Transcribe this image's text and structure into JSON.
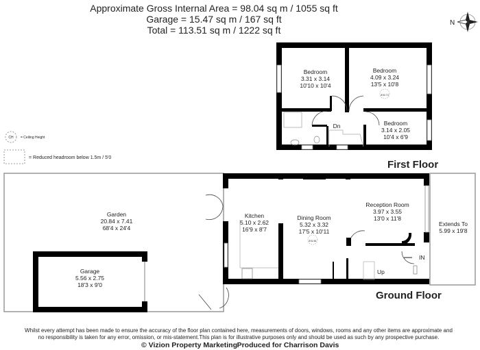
{
  "header": {
    "gross_area": "Approximate Gross Internal Area = 98.04 sq m / 1055 sq ft",
    "garage_area": "Garage = 15.47 sq m / 167 sq ft",
    "total_area": "Total = 113.51 sq m / 1222 sq ft"
  },
  "compass": {
    "label": "N"
  },
  "legend": {
    "ch_symbol": "CH",
    "ch_text": "= Ceiling Height",
    "reduced_text": "= Reduced headroom below 1.5m / 5'0"
  },
  "first_floor": {
    "title": "First Floor",
    "rooms": [
      {
        "name": "Bedroom",
        "metric": "3.31 x 3.14",
        "imperial": "10'10 x 10'4"
      },
      {
        "name": "Bedroom",
        "metric": "4.09 x 3.24",
        "imperial": "13'5 x 10'8",
        "ch": "8'02.74"
      },
      {
        "name": "Bedroom",
        "metric": "3.14 x 2.05",
        "imperial": "10'4 x 6'9"
      }
    ],
    "stairs_label": "Dn"
  },
  "ground_floor": {
    "title": "Ground Floor",
    "rooms": [
      {
        "name": "Garden",
        "metric": "20.84 x 7.41",
        "imperial": "68'4 x 24'4"
      },
      {
        "name": "Garage",
        "metric": "5.56 x 2.75",
        "imperial": "18'3 x 9'0"
      },
      {
        "name": "Kitchen",
        "metric": "5.10 x 2.62",
        "imperial": "16'9 x 8'7"
      },
      {
        "name": "Dining Room",
        "metric": "5.32 x 3.32",
        "imperial": "17'5 x 10'11",
        "ch": "8'02.81"
      },
      {
        "name": "Reception Room",
        "metric": "3.97 x 3.55",
        "imperial": "13'0 x 11'8"
      },
      {
        "name": "Extends To",
        "metric": "5.99 x 19'8"
      }
    ],
    "stairs_label": "Up",
    "entrance_label": "IN"
  },
  "footer": {
    "disclaimer_1": "Whilst every attempt has been made to ensure the accuracy of the floor plan contained here, measurements of doors, windows, rooms and any other items are approximate and",
    "disclaimer_2": "no responsibility is taken for any error, omission, or mis-statement.This plan is for illustrative purposes only and should be used as such by any prospective purchase.",
    "copyright": "© Vizion Property Marketing",
    "produced_for": "Produced for Charrison Davis"
  }
}
